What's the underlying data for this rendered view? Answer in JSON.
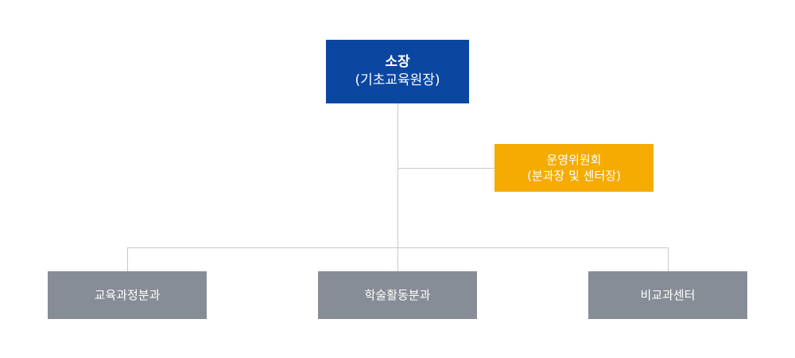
{
  "colors": {
    "director_bg": "#0b47a1",
    "committee_bg": "#f5ab00",
    "division_bg": "#878d96",
    "connector": "#c8c8c8"
  },
  "director": {
    "title": "소장",
    "subtitle": "(기초교육원장)"
  },
  "committee": {
    "title": "운영위원회",
    "subtitle": "(분과장 및 센터장)"
  },
  "divisions": [
    {
      "label": "교육과정분과"
    },
    {
      "label": "학술활동분과"
    },
    {
      "label": "비교과센터"
    }
  ]
}
